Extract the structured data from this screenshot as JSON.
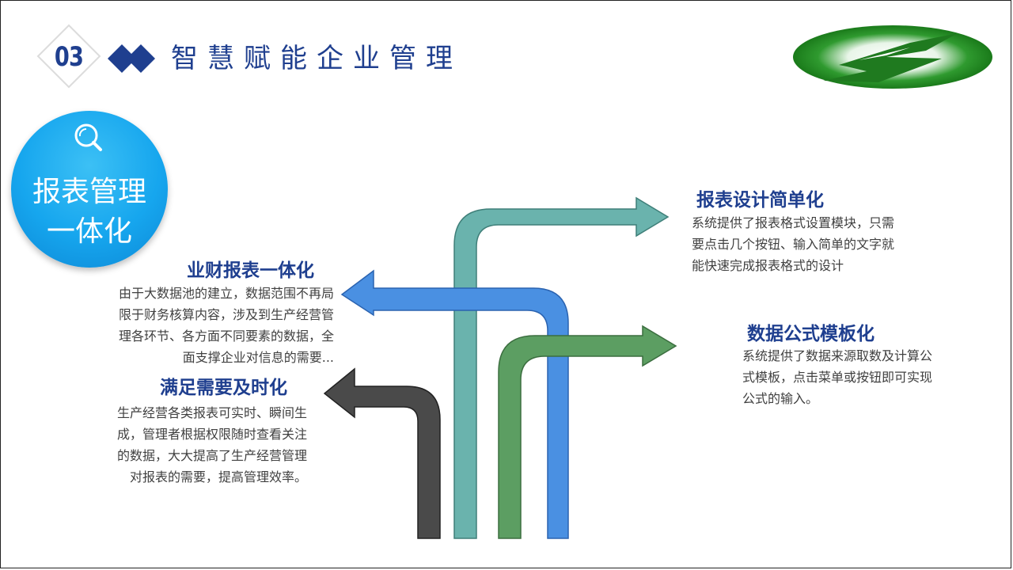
{
  "section_number": "03",
  "title": "智慧赋能企业管理",
  "badge": {
    "icon": "search-icon",
    "label_line1": "报表管理",
    "label_line2": "一体化"
  },
  "features": {
    "business_finance": {
      "title": "业财报表一体化",
      "lines": [
        "由于大数据池的建立，数据范围不再局",
        "限于财务核算内容，涉及到生产经营管",
        "理各环节、各方面不同要素的数据，全",
        "面支撑企业对信息的需要..."
      ]
    },
    "timely": {
      "title": "满足需要及时化",
      "lines": [
        "生产经营各类报表可实时、瞬间生",
        "成，管理者根据权限随时查看关注",
        "的数据，大大提高了生产经营管理",
        "对报表的需要，提高管理效率。"
      ]
    },
    "design": {
      "title": "报表设计简单化",
      "lines": [
        "系统提供了报表格式设置模块，只需",
        "要点击几个按钮、输入简单的文字就",
        "能快速完成报表格式的设计"
      ]
    },
    "formula": {
      "title": "数据公式模板化",
      "lines": [
        "系统提供了数据来源取数及计算公",
        "式模板，点击菜单或按钮即可实现",
        "公式的输入。"
      ]
    }
  },
  "colors": {
    "primary": "#1f3f8f",
    "badge": "#16a6ee",
    "arrow_dark": "#4a4a4a",
    "arrow_teal": "#6ab3ad",
    "arrow_green": "#5c9e62",
    "arrow_blue": "#4a90e2",
    "logo_green": "#1f8a1f"
  }
}
